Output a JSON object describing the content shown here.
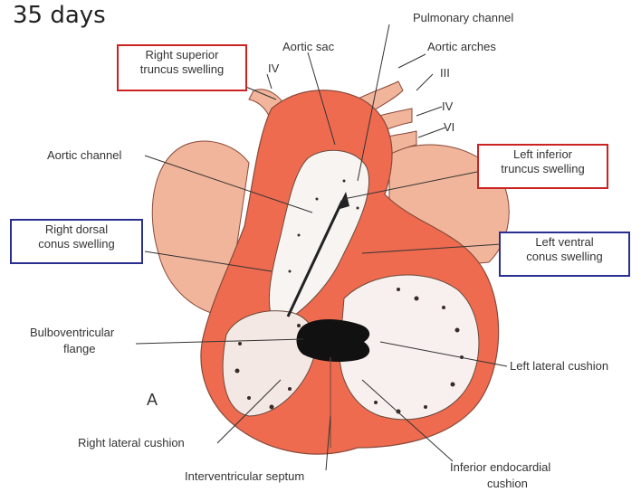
{
  "title": "35 days",
  "colors": {
    "red_box": "#cc2222",
    "blue_box": "#2a2f8f",
    "heart_fill": "#e87860",
    "heart_light": "#f0b59a",
    "wall": "#ee6b50",
    "ink": "#333333"
  },
  "boxed_labels": {
    "right_superior": {
      "line1": "Right superior",
      "line2": "truncus swelling"
    },
    "left_inferior": {
      "line1": "Left inferior",
      "line2": "truncus swelling"
    },
    "right_dorsal": {
      "line1": "Right dorsal",
      "line2": "conus swelling"
    },
    "left_ventral": {
      "line1": "Left ventral",
      "line2": "conus swelling"
    }
  },
  "labels": {
    "pulmonary_channel": "Pulmonary channel",
    "aortic_sac": "Aortic sac",
    "aortic_arches": "Aortic arches",
    "arch_iv_left": "IV",
    "arch_iii": "III",
    "arch_iv": "IV",
    "arch_vi": "VI",
    "aortic_channel": "Aortic channel",
    "bulboventricular_1": "Bulboventricular",
    "bulboventricular_2": "flange",
    "left_lateral_cushion": "Left lateral cushion",
    "panel_letter": "A",
    "right_lateral_cushion": "Right lateral cushion",
    "interventricular_septum": "Interventricular septum",
    "inferior_endocardial_1": "Inferior endocardial",
    "inferior_endocardial_2": "cushion"
  }
}
